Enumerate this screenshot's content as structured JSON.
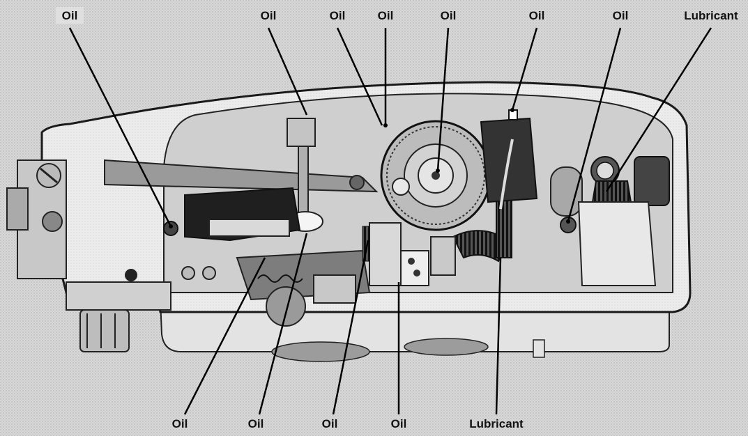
{
  "labels": {
    "top": [
      "Oil",
      "Oil",
      "Oil",
      "Oil",
      "Oil",
      "Oil",
      "Oil",
      "Lubricant"
    ],
    "bottom": [
      "Oil",
      "Oil",
      "Oil",
      "Oil",
      "Lubricant"
    ]
  }
}
